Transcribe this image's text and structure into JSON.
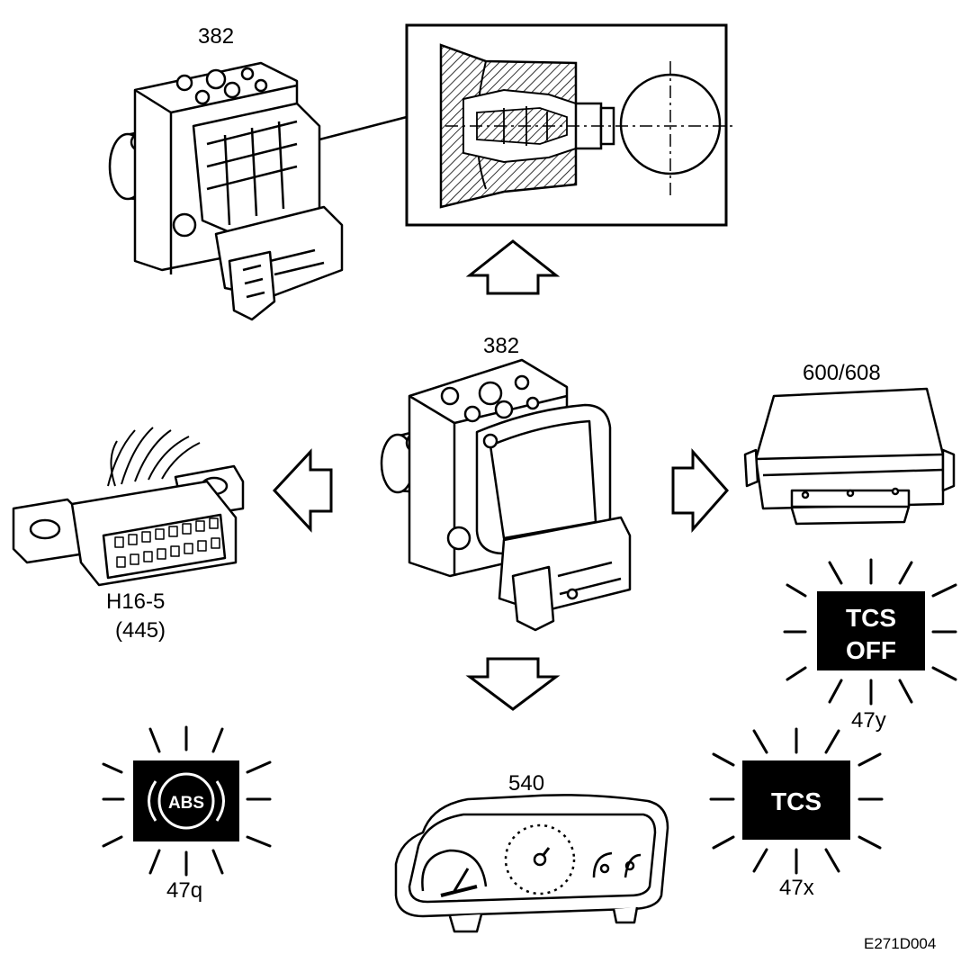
{
  "labels": {
    "hcu_top": "382",
    "hcu_center": "382",
    "ecm": "600/608",
    "connector": "H16-5",
    "connector_ref": "(445)",
    "cluster": "540",
    "lamp_abs_id": "47q",
    "lamp_tcs_off_id": "47y",
    "lamp_tcs_id": "47x"
  },
  "lamps": {
    "abs_text": "ABS",
    "tcs_off_line1": "TCS",
    "tcs_off_line2": "OFF",
    "tcs_text": "TCS"
  },
  "figure_code": "E271D004"
}
